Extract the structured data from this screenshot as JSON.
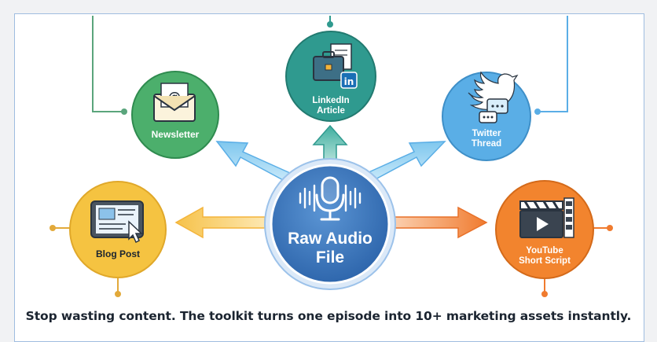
{
  "center": {
    "label_line1": "Raw Audio",
    "label_line2": "File",
    "icon": "microphone-icon"
  },
  "nodes": {
    "newsletter": {
      "label": "Newsletter",
      "icon": "envelope-icon",
      "color": "#4caf6c"
    },
    "linkedin": {
      "label_line1": "LinkedIn",
      "label_line2": "Article",
      "icon": "briefcase-linkedin-icon",
      "color": "#2f9a8f"
    },
    "twitter": {
      "label_line1": "Twitter",
      "label_line2": "Thread",
      "icon": "twitter-bird-icon",
      "color": "#5aaee6"
    },
    "blog": {
      "label": "Blog Post",
      "icon": "tablet-cursor-icon",
      "color": "#f5c341"
    },
    "youtube": {
      "label_line1": "YouTube",
      "label_line2": "Short Script",
      "icon": "clapperboard-icon",
      "color": "#f2842e"
    }
  },
  "caption": "Stop wasting content. The toolkit turns one episode into 10+ marketing assets instantly."
}
